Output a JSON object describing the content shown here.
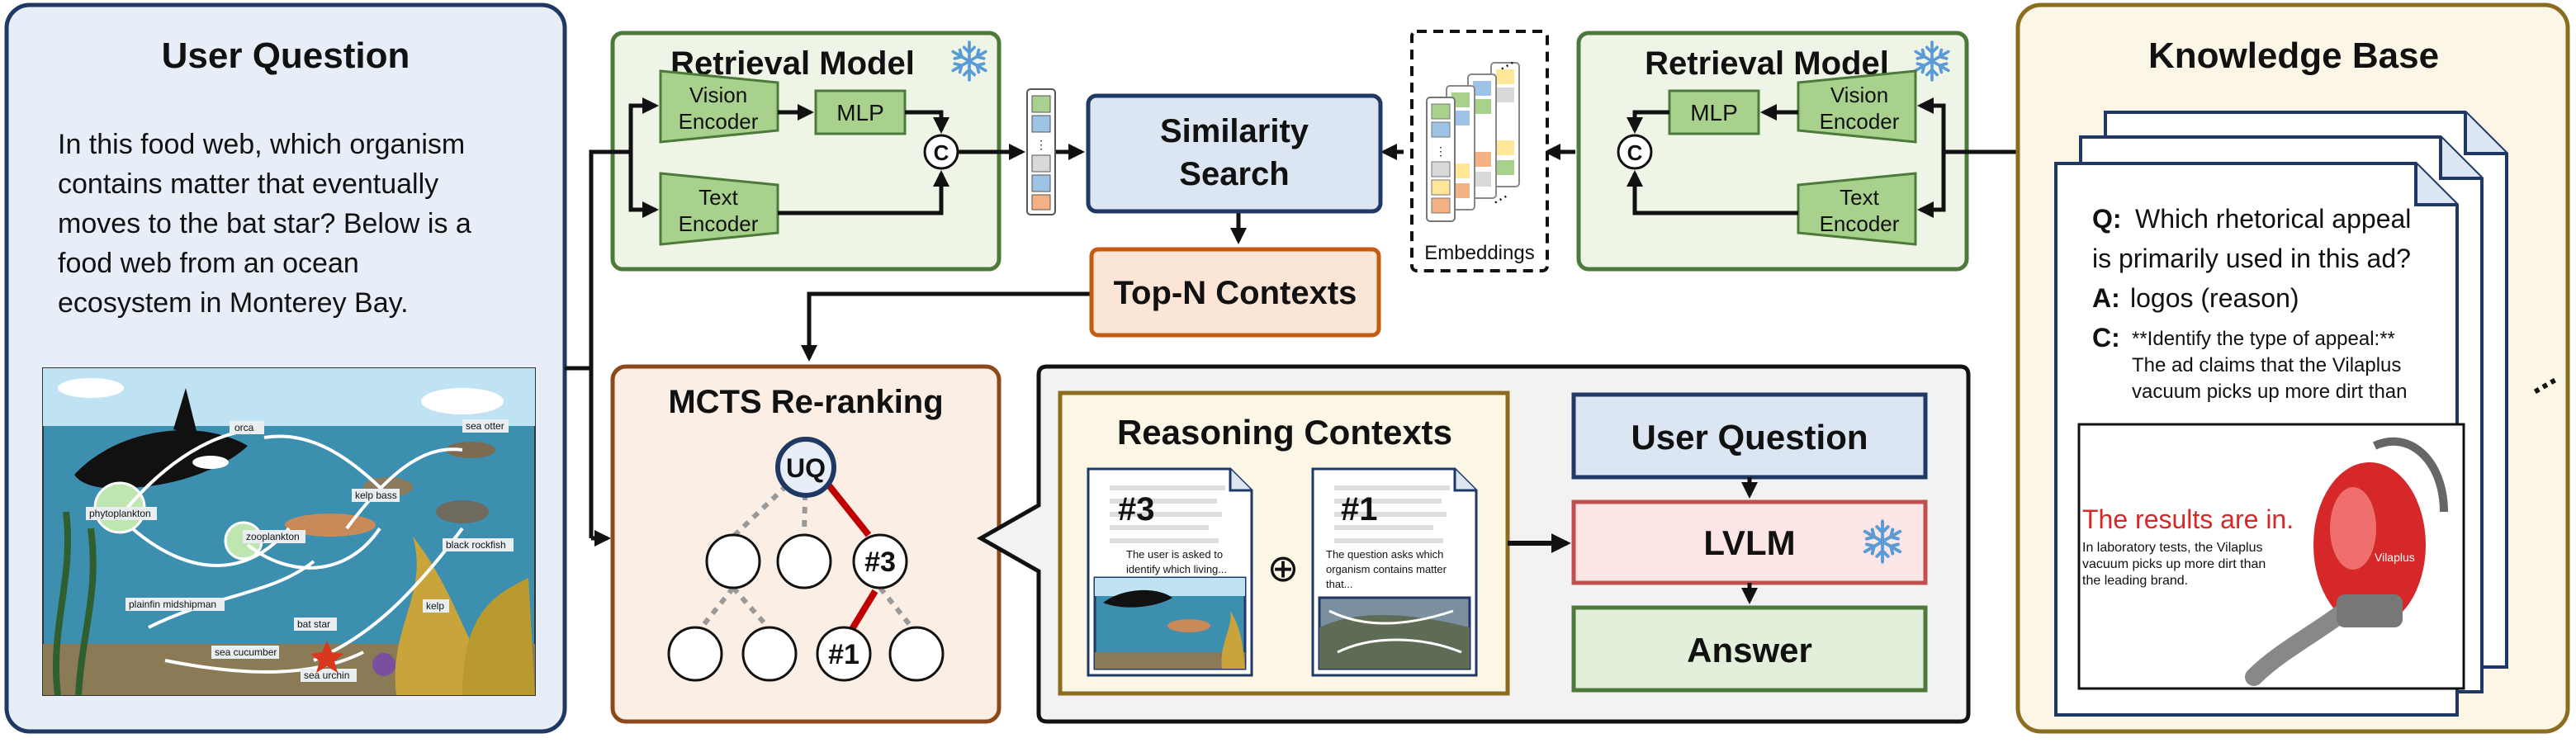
{
  "user_question_panel": {
    "title": "User Question",
    "question_lines": [
      "In this food web, which organism",
      "contains matter that eventually",
      "moves to the bat star? Below is a",
      "food web from an ocean",
      "ecosystem in Monterey Bay."
    ],
    "foodweb_labels": [
      "orca",
      "sea otter",
      "phytoplankton",
      "kelp bass",
      "zooplankton",
      "black rockfish",
      "plainfin midshipman",
      "bat star",
      "kelp",
      "sea cucumber",
      "sea urchin"
    ]
  },
  "retrieval_left": {
    "title": "Retrieval Model",
    "vision_encoder": [
      "Vision",
      "Encoder"
    ],
    "text_encoder": [
      "Text",
      "Encoder"
    ],
    "mlp": "MLP",
    "concat": "C",
    "frozen_icon": "snowflake-icon"
  },
  "retrieval_right": {
    "title": "Retrieval Model",
    "vision_encoder": [
      "Vision",
      "Encoder"
    ],
    "text_encoder": [
      "Text",
      "Encoder"
    ],
    "mlp": "MLP",
    "concat": "C",
    "frozen_icon": "snowflake-icon"
  },
  "similarity_search": [
    "Similarity",
    "Search"
  ],
  "top_n": "Top-N Contexts",
  "embeddings_label": "Embeddings",
  "mcts": {
    "title": "MCTS Re-ranking",
    "root": "UQ",
    "node_3": "#3",
    "node_1": "#1"
  },
  "reasoning": {
    "title": "Reasoning Contexts",
    "doc_a_tag": "#3",
    "doc_b_tag": "#1",
    "doc_a_text": [
      "The user is asked to",
      "identify which living..."
    ],
    "doc_b_text": [
      "The question asks which",
      "organism contains matter",
      "that..."
    ],
    "plus": "⊕"
  },
  "pipeline": {
    "user_question": "User Question",
    "lvlm": "LVLM",
    "answer": "Answer"
  },
  "knowledge_base": {
    "title": "Knowledge Base",
    "q_label": "Q:",
    "q_lines": [
      "Which rhetorical appeal",
      "is primarily used in this ad?"
    ],
    "a_label": "A:",
    "a_text": "logos (reason)",
    "c_label": "C:",
    "c_lines": [
      "**Identify the type of appeal:**",
      "The ad claims that the Vilaplus",
      "vacuum picks up more dirt than"
    ],
    "ellipsis": "...",
    "ad_headline": "The results are in.",
    "ad_body": [
      "In laboratory tests, the Vilaplus",
      "vacuum picks up more dirt than",
      "the leading brand."
    ],
    "ad_brand": "Vilaplus"
  },
  "colors": {
    "blue_border": "#1f3864",
    "blue_fill": "#e8eef8",
    "green_border": "#4d7a3a",
    "green_fill": "#eef5e6",
    "green_block": "#a9d18e",
    "orange_border": "#c55a11",
    "orange_fill": "#fdf1e9",
    "brown_border": "#8c4a1c",
    "gold_border": "#8c6d1f",
    "gold_fill": "#fbf6e6",
    "red_path": "#c00000",
    "snow": "#5b9bd5"
  }
}
